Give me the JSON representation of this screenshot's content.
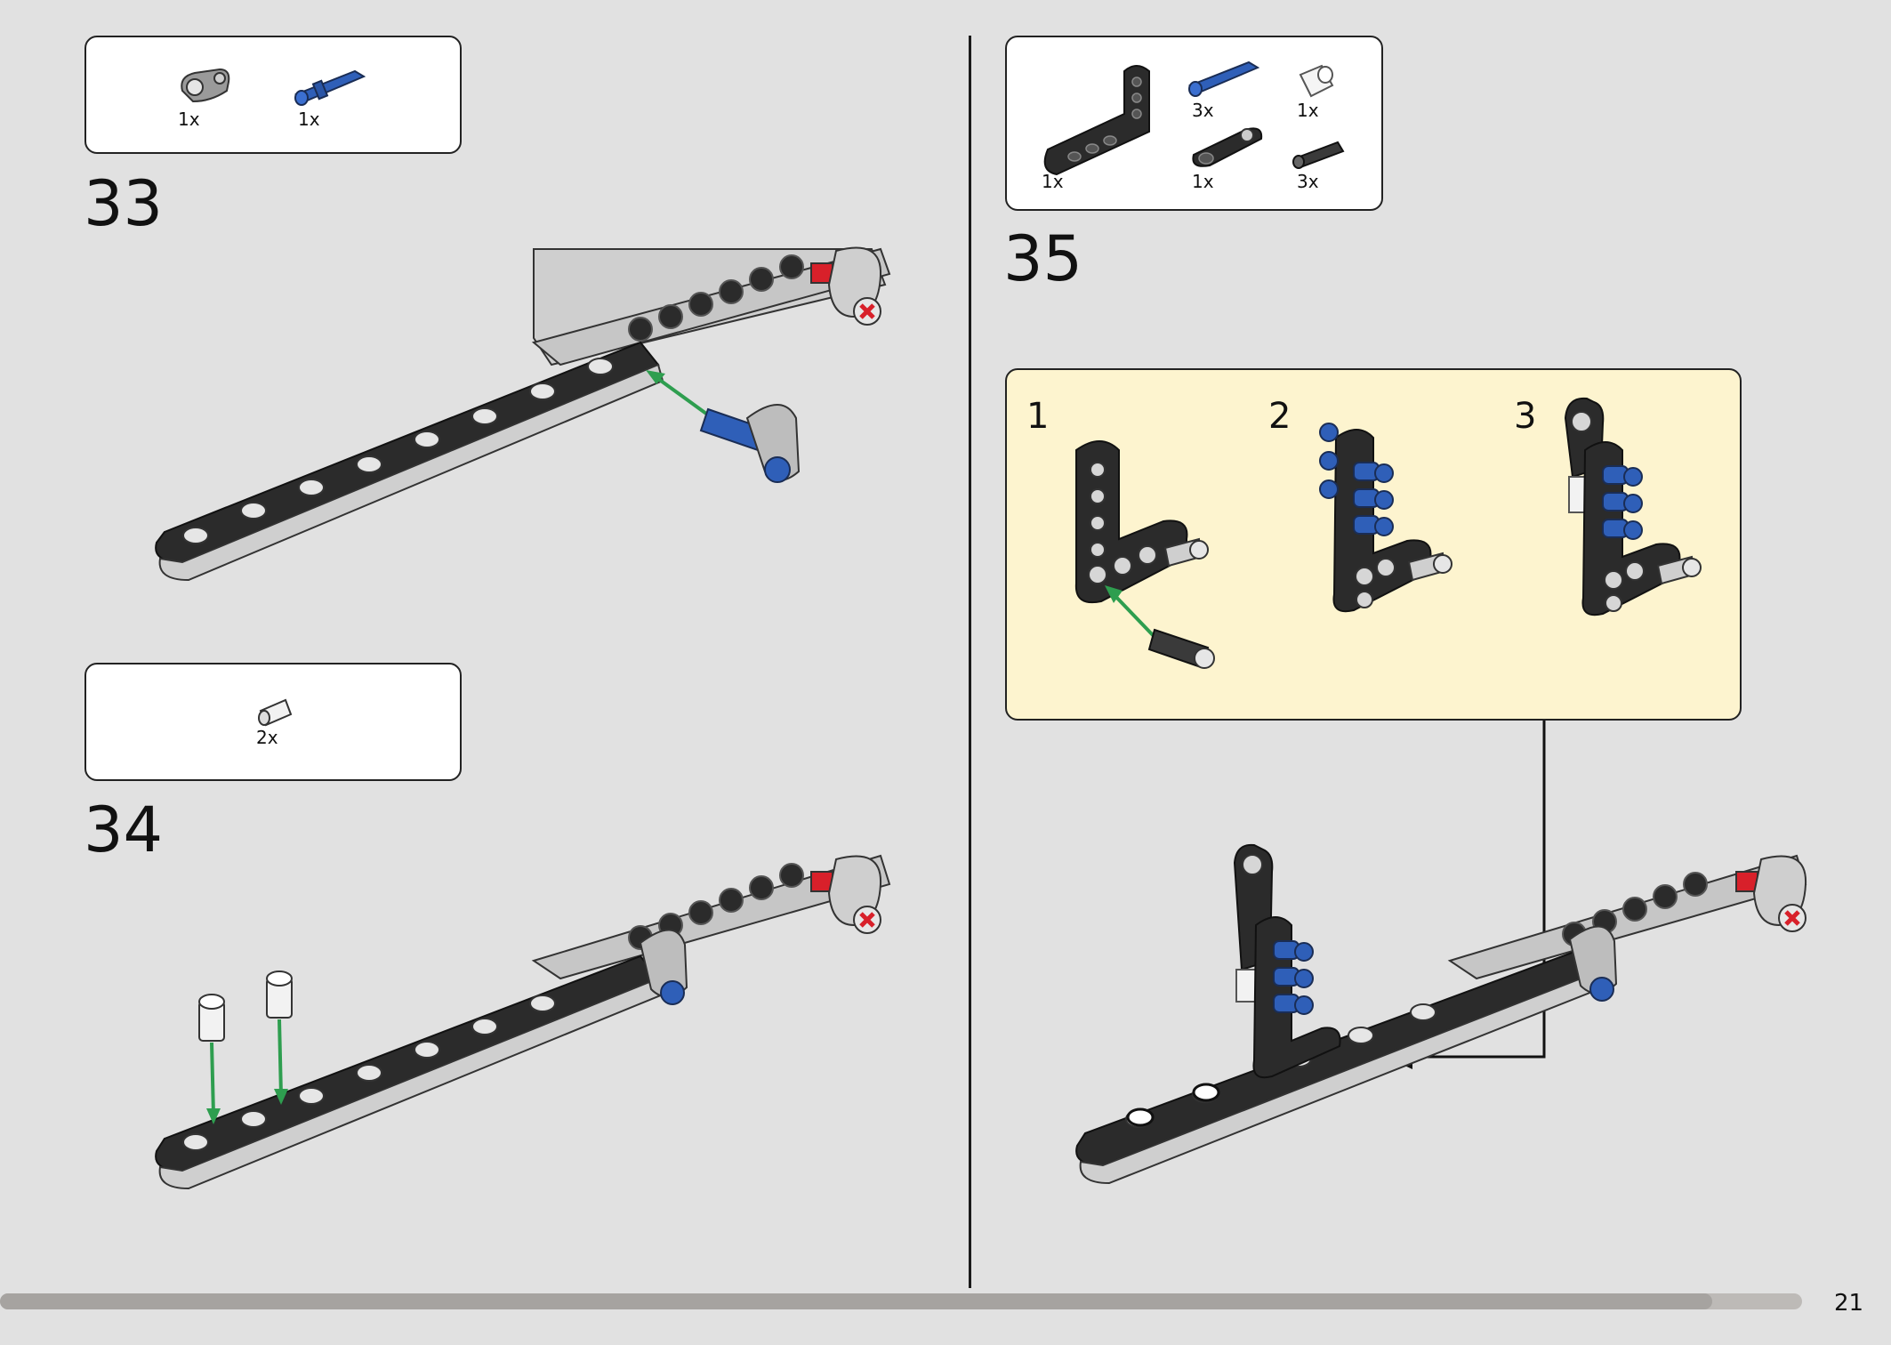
{
  "page_number": "21",
  "progress": 0.95,
  "colors": {
    "background": "#e1e1e1",
    "callout": "#fdf4cf",
    "arrow": "#2e9e4f",
    "beam_dark": "#2b2b2b",
    "beam_light": "#c9c9c9",
    "pin_blue": "#2f5fb8",
    "accent_red": "#d8202a"
  },
  "steps": [
    {
      "number": "33",
      "parts": [
        {
          "icon": "gray-connector-icon",
          "qty": "1x"
        },
        {
          "icon": "blue-axle-pin-icon",
          "qty": "1x"
        }
      ]
    },
    {
      "number": "34",
      "parts": [
        {
          "icon": "white-bush-icon",
          "qty": "2x"
        }
      ]
    },
    {
      "number": "35",
      "parts": [
        {
          "icon": "l-beam-icon",
          "qty": "1x"
        },
        {
          "icon": "blue-axle-pin-icon",
          "qty": "3x"
        },
        {
          "icon": "white-bush-icon",
          "qty": "1x"
        },
        {
          "icon": "dark-beam-icon",
          "qty": "1x"
        },
        {
          "icon": "black-pin-icon",
          "qty": "3x"
        }
      ],
      "substeps": [
        "1",
        "2",
        "3"
      ]
    }
  ]
}
